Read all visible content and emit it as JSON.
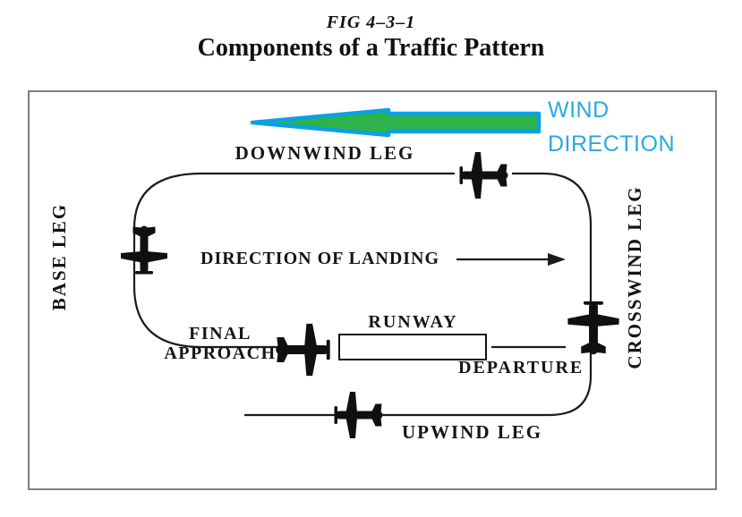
{
  "figure": {
    "number": "FIG 4–3–1",
    "title": "Components of a Traffic Pattern"
  },
  "wind": {
    "line1": "WIND",
    "line2": "DIRECTION",
    "text_color": "#29A9E1",
    "arrow_fill": "#2DB34A",
    "arrow_outline": "#0AA0E5",
    "arrow_points_toward": "left"
  },
  "labels": {
    "downwind_leg": "DOWNWIND LEG",
    "base_leg": "BASE LEG",
    "crosswind_leg": "CROSSWIND LEG",
    "direction_of_landing": "DIRECTION OF LANDING",
    "final_approach_line1": "FINAL",
    "final_approach_line2": "APPROACH",
    "runway": "RUNWAY",
    "departure": "DEPARTURE",
    "upwind_leg": "UPWIND LEG"
  },
  "icons": {
    "airplanes": [
      {
        "name": "airplane-icon-downwind",
        "heading": "left"
      },
      {
        "name": "airplane-icon-base",
        "heading": "down"
      },
      {
        "name": "airplane-icon-final",
        "heading": "right"
      },
      {
        "name": "airplane-icon-crosswind",
        "heading": "up"
      },
      {
        "name": "airplane-icon-upwind",
        "heading": "left"
      }
    ],
    "landing_direction_arrow": "right-arrow",
    "wind_direction_arrow": "left-arrow"
  },
  "colors": {
    "line": "#1c1c1c",
    "box_border": "#7d7d7d",
    "background": "#ffffff",
    "label_text": "#151515"
  }
}
